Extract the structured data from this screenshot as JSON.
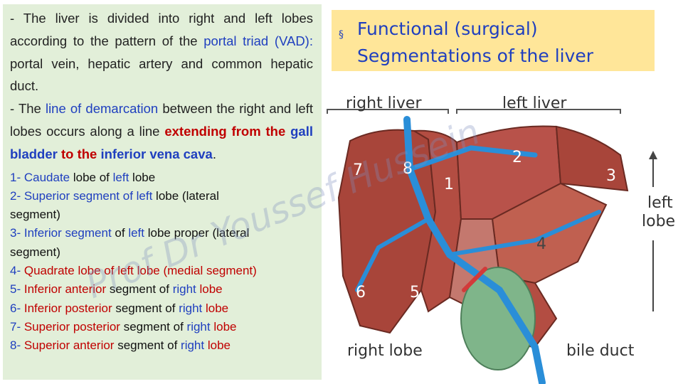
{
  "intro": {
    "p1_a": "- The liver is divided into right and left lobes according to the pattern of the ",
    "p1_b": "portal triad (VAD):",
    "p1_c": " portal vein, hepatic artery and common hepatic duct.",
    "p2_a": "- The ",
    "p2_b": "line of demarcation",
    "p2_c": " between the right and left lobes occurs along a line ",
    "p2_d": "extending from the",
    "p2_e": "gall bladder",
    "p2_f": "to the",
    "p2_g": "inferior vena cava",
    "p2_h": "."
  },
  "segments": [
    {
      "n": "1- ",
      "a": "Caudate",
      "b": " lobe of ",
      "c": "left",
      "d": " lobe"
    },
    {
      "n": "2- ",
      "a": "Superior segment of left",
      "b": " lobe (lateral",
      "c": "",
      "d": ""
    },
    {
      "n": "3- ",
      "a": "Inferior segment",
      "b": " of ",
      "c": "left",
      "d": " lobe proper (lateral"
    },
    {
      "n": "4- ",
      "a": "Quadrate lobe of left lobe (medial segment)",
      "b": "",
      "c": "",
      "d": ""
    },
    {
      "n": "5- ",
      "a": "Inferior anterior",
      "b": " segment of ",
      "c": "right",
      "d": " lobe"
    },
    {
      "n": "6- ",
      "a": "Inferior posterior",
      "b": " segment of ",
      "c": "right",
      "d": " lobe"
    },
    {
      "n": "7- ",
      "a": "Superior posterior",
      "b": " segment of ",
      "c": "right",
      "d": " lobe"
    },
    {
      "n": "8- ",
      "a": "Superior anterior",
      "b": " segment of ",
      "c": "right",
      "d": " lobe"
    }
  ],
  "wraps": {
    "seg2": "segment)",
    "seg3": "segment)"
  },
  "title": {
    "bullet": "§",
    "line1": "Functional (surgical)",
    "line2": "Segmentations of the liver"
  },
  "diagram": {
    "right_liver": "right liver",
    "left_liver": "left liver",
    "left_lobe_1": "left",
    "left_lobe_2": "lobe",
    "right_lobe": "right lobe",
    "bile_duct": "bile duct",
    "numbers": [
      "1",
      "2",
      "3",
      "4",
      "5",
      "6",
      "7",
      "8"
    ]
  },
  "watermark": "Prof Dr Youssef Hussein",
  "colors": {
    "panel": "#e2efd9",
    "title_bg": "#ffe699",
    "blue": "#1f3fbf",
    "red": "#c00000"
  }
}
